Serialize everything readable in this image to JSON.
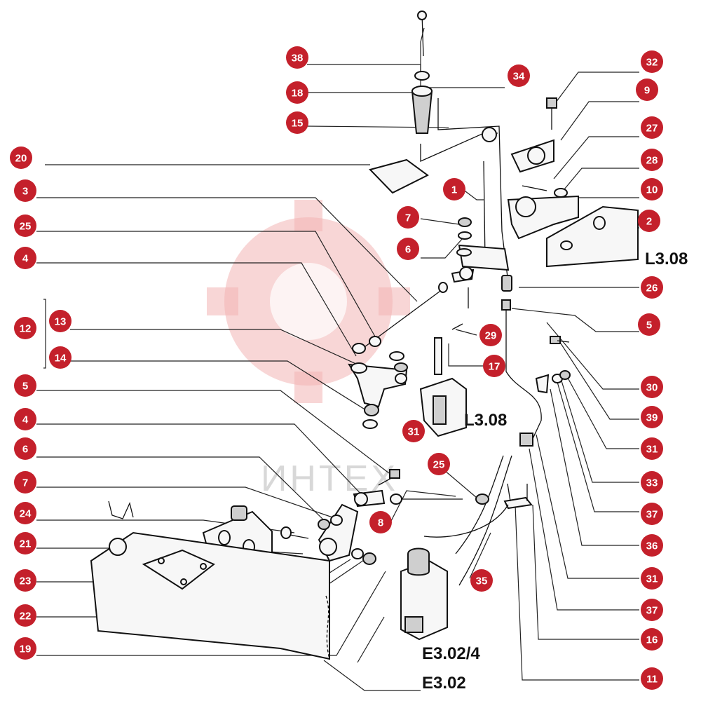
{
  "watermark": {
    "text": "ИНТЕХ"
  },
  "refs": [
    {
      "id": "ref-l308-right",
      "label": "L3.08"
    },
    {
      "id": "ref-l308-center",
      "label": "L3.08"
    },
    {
      "id": "ref-e3024",
      "label": "E3.02/4"
    },
    {
      "id": "ref-e302",
      "label": "E3.02"
    }
  ],
  "callouts": [
    "38",
    "18",
    "15",
    "20",
    "3",
    "25",
    "4",
    "12",
    "13",
    "14",
    "5",
    "4",
    "6",
    "7",
    "24",
    "21",
    "23",
    "22",
    "19",
    "34",
    "1",
    "7",
    "6",
    "29",
    "17",
    "31",
    "25",
    "8",
    "35",
    "32",
    "9",
    "27",
    "28",
    "10",
    "2",
    "26",
    "5",
    "30",
    "39",
    "31",
    "33",
    "37",
    "36",
    "31",
    "37",
    "16",
    "11"
  ],
  "colors": {
    "callout": "#c4202b",
    "callout_text": "#ffffff",
    "line": "#222222",
    "watermark": "#f2b5b5"
  }
}
